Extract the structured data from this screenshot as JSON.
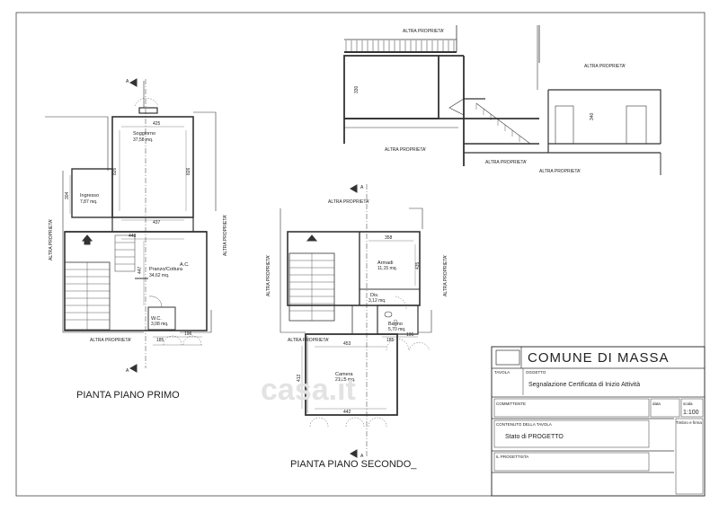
{
  "plans": {
    "primo": {
      "title": "PIANTA PIANO PRIMO",
      "rooms": [
        {
          "name": "Soggiorno",
          "area": "37,58 mq."
        },
        {
          "name": "Ingresso",
          "area": "7,87 mq."
        },
        {
          "name": "Pranzo/Cottura",
          "area": "34,62 mq."
        },
        {
          "name": "A.C.",
          "area": ""
        },
        {
          "name": "W.C.",
          "area": "3,08 mq."
        }
      ],
      "dims": [
        "425",
        "826",
        "826",
        "437",
        "448",
        "304",
        "447",
        "196",
        "185"
      ],
      "neighbors": [
        "ALTRA PROPRIETA'",
        "ALTRA PROPRIETA'",
        "ALTRA PROPRIETA'"
      ],
      "section_marks": [
        "A",
        "A"
      ]
    },
    "secondo": {
      "title": "PIANTA PIANO SECONDO_",
      "rooms": [
        {
          "name": "Armadi",
          "area": "11,15 mq."
        },
        {
          "name": "Dis.",
          "area": "3,12 mq."
        },
        {
          "name": "Bagno",
          "area": "5,70 mq."
        },
        {
          "name": "Camera",
          "area": "21,25 mq."
        }
      ],
      "dims": [
        "358",
        "435",
        "453",
        "442",
        "412",
        "196",
        "185"
      ],
      "neighbors": [
        "ALTRA PROPRIETA'",
        "ALTRA PROPRIETA'",
        "ALTRA PROPRIETA'",
        "ALTRA PROPRIETA'"
      ],
      "section_marks": [
        "A",
        "A"
      ]
    }
  },
  "section": {
    "neighbors": [
      "ALTRA PROPRIETA'",
      "ALTRA PROPRIETA'",
      "ALTRA PROPRIETA'",
      "ALTRA PROPRIETA'",
      "ALTRA PROPRIETA'"
    ],
    "dims": [
      "330",
      "340"
    ]
  },
  "title_block": {
    "comune": "COMUNE DI MASSA",
    "tavola_label": "TAVOLA",
    "oggetto_label": "OGGETTO",
    "oggetto": "Segnalazione Certificata di Inizio Attività",
    "committente_label": "COMMITTENTE",
    "data_label": "data",
    "scala_label": "scala",
    "scala": "1:100",
    "contenuto_label": "CONTENUTO DELLA TAVOLA",
    "contenuto": "Stato di PROGETTO",
    "timbro_label": "Timbro e firma",
    "progettista_label": "IL PROGETTISTA"
  },
  "watermark": "casa.it"
}
